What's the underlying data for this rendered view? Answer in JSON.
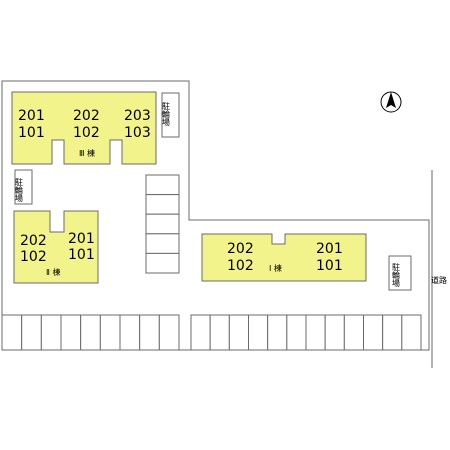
{
  "map": {
    "colors": {
      "building_fill": "#f3f38c",
      "line": "#6b6b6b",
      "background": "#ffffff"
    },
    "compass": {
      "icon": "north-arrow-icon",
      "label": "N"
    },
    "road_label": "道路",
    "bicycle_parking": [
      {
        "id": "bike-top",
        "label": "駐輪場"
      },
      {
        "id": "bike-left",
        "label": "駐輪場"
      },
      {
        "id": "bike-right",
        "label": "駐輪場"
      }
    ],
    "buildings": [
      {
        "id": "building-3",
        "name": "Ⅲ 棟",
        "units": [
          {
            "upper": "201",
            "lower": "101"
          },
          {
            "upper": "202",
            "lower": "102"
          },
          {
            "upper": "203",
            "lower": "103"
          }
        ]
      },
      {
        "id": "building-2",
        "name": "Ⅱ 棟",
        "units": [
          {
            "upper": "202",
            "lower": "102"
          },
          {
            "upper": "201",
            "lower": "101"
          }
        ]
      },
      {
        "id": "building-1",
        "name": "Ⅰ 棟",
        "units": [
          {
            "upper": "202",
            "lower": "102"
          },
          {
            "upper": "201",
            "lower": "101"
          }
        ]
      }
    ],
    "parking": {
      "middle_column_spaces": 5,
      "bottom_left_spaces": 9,
      "bottom_right_spaces": 12
    }
  }
}
